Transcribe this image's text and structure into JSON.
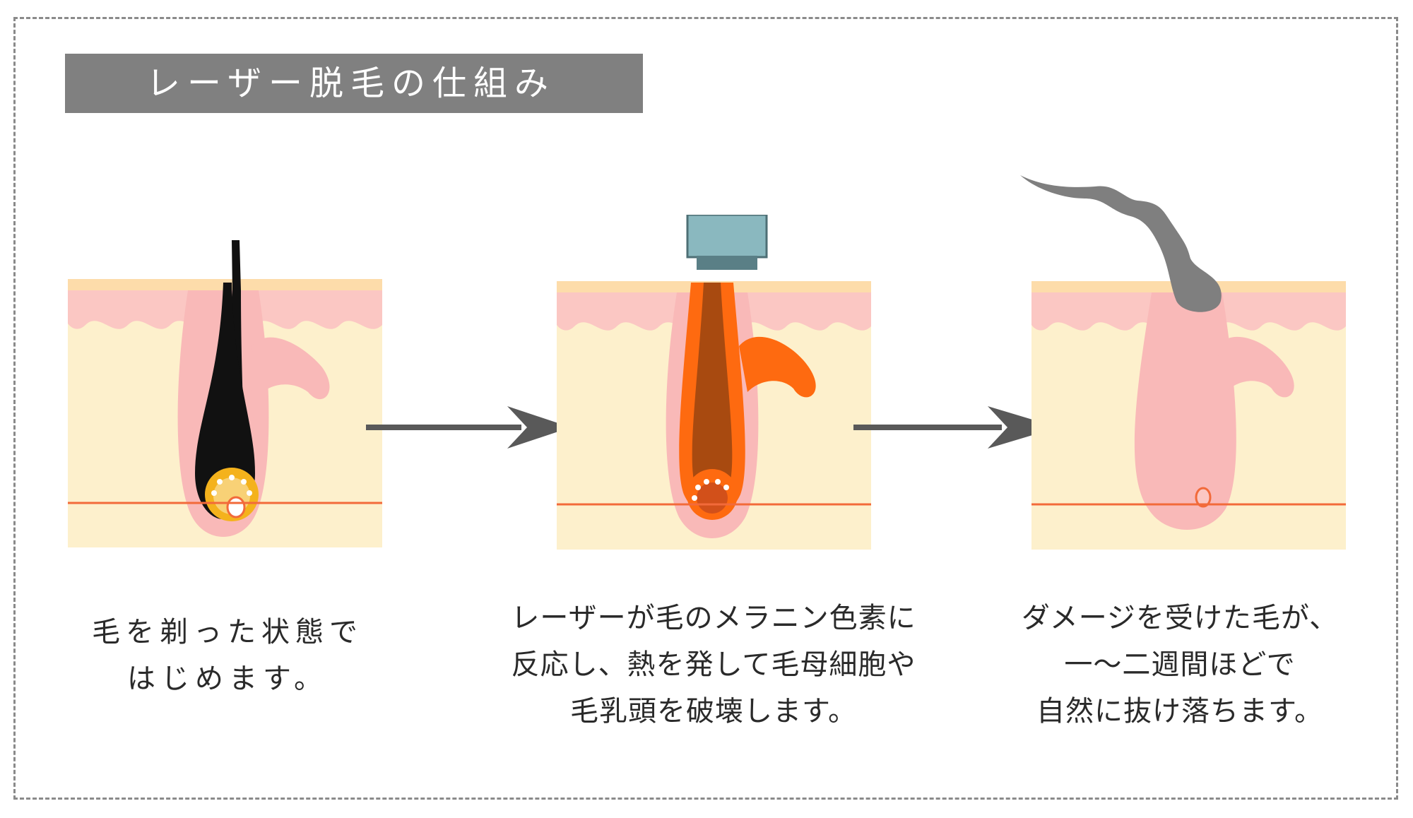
{
  "title": "レーザー脱毛の仕組み",
  "steps": [
    {
      "caption_lines": [
        "毛を剃った状態で",
        "はじめます。"
      ]
    },
    {
      "caption_lines": [
        "レーザーが毛のメラニン色素に",
        "反応し、熱を発して毛母細胞や",
        "毛乳頭を破壊します。"
      ]
    },
    {
      "caption_lines": [
        "ダメージを受けた毛が、",
        "一～二週間ほどで",
        "自然に抜け落ちます。"
      ]
    }
  ],
  "colors": {
    "skin_surface": "#fddcaa",
    "skin": "#fdf0cc",
    "epidermis": "#fbc7c3",
    "follicle": "#f9b9b8",
    "hair": "#111111",
    "bulb": "#f4b21c",
    "heated_hair": "#a84a10",
    "heat_glow": "#fe6a10",
    "laser_head": "#8ab8bf",
    "laser_base": "#5a7f86",
    "fallen_hair": "#7f7f7f",
    "base_line": "#f26a3a",
    "arrow": "#595959",
    "title_bg": "#808080"
  },
  "icons": [
    "skin-cross-section",
    "hair-follicle",
    "laser-device",
    "arrow-right",
    "fallen-hair"
  ]
}
